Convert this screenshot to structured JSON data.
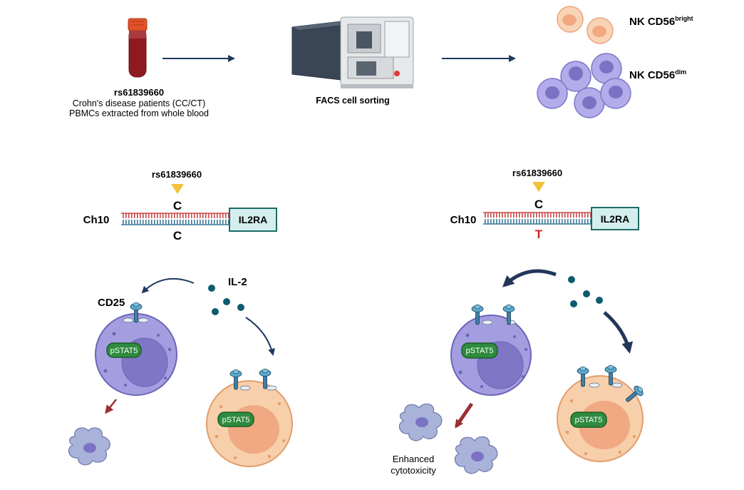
{
  "workflow": {
    "snp_id": "rs61839660",
    "patients_line": "Crohn's disease patients (CC/CT)",
    "pbmc_line": "PBMCs extracted from whole blood",
    "facs_label": "FACS cell sorting",
    "nk_bright_base": "NK CD56",
    "nk_bright_sup": "bright",
    "nk_dim_base": "NK CD56",
    "nk_dim_sup": "dim"
  },
  "left_panel": {
    "snp_label": "rs61839660",
    "chromosome": "Ch10",
    "top_allele": "C",
    "bottom_allele": "C",
    "gene": "IL2RA",
    "cytokine": "IL-2",
    "receptor": "CD25",
    "dim_cell_signal": "pSTAT5",
    "bright_cell_signal": "pSTAT5"
  },
  "right_panel": {
    "snp_label": "rs61839660",
    "chromosome": "Ch10",
    "top_allele": "C",
    "bottom_allele": "T",
    "gene": "IL2RA",
    "dim_cell_signal": "pSTAT5",
    "bright_cell_signal": "pSTAT5",
    "outcome_line1": "Enhanced",
    "outcome_line2": "cytotoxicity"
  },
  "colors": {
    "arrow_navy": "#1f3a5f",
    "dim_cell": "#9d97d6",
    "bright_cell": "#f6c49c",
    "pstat_fill": "#2e8b3e",
    "snp_marker": "#f0c23b",
    "allele_t": "#cc2222",
    "death_arrow": "#9c2f2f",
    "il2_dot": "#0f5b6e"
  }
}
